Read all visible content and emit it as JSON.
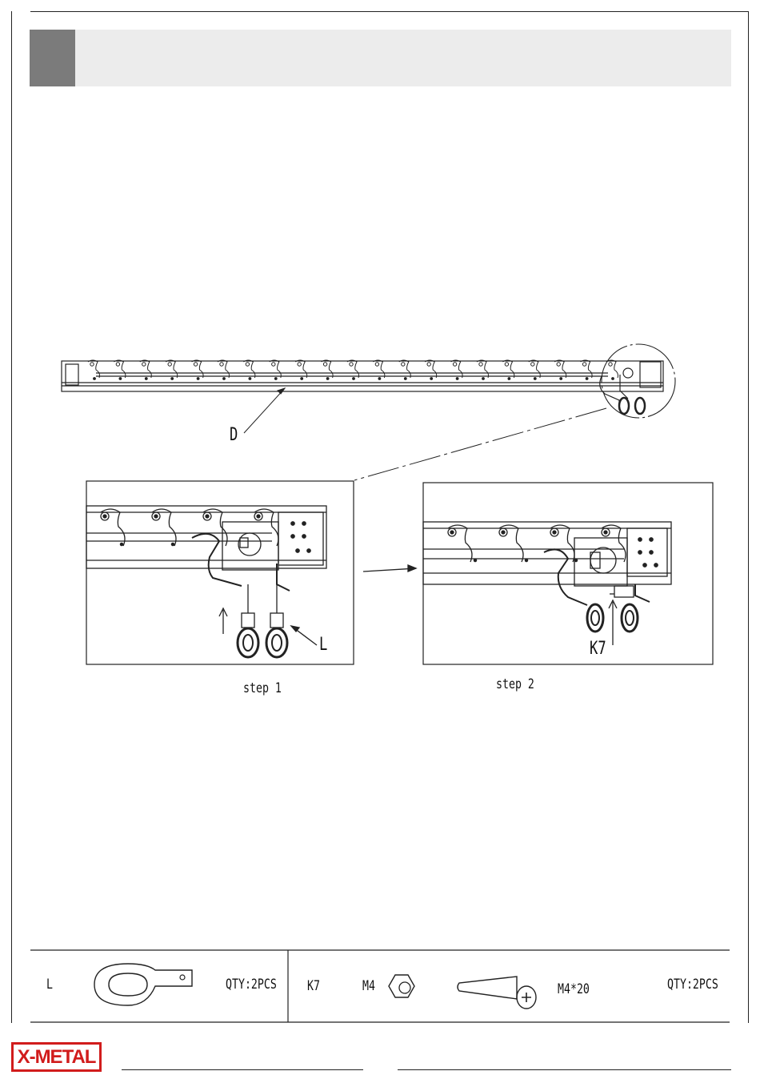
{
  "labels": {
    "d": "D",
    "l": "L",
    "k7": "K7"
  },
  "steps": {
    "step1": "step 1",
    "step2": "step 2"
  },
  "parts": {
    "left": {
      "id": "L",
      "qty": "QTY:2PCS"
    },
    "right": {
      "id": "K7",
      "nut": "M4",
      "screw": "M4*20",
      "qty": "QTY:2PCS"
    }
  },
  "logo": {
    "text": "X-METAL",
    "color": "#d11c1c"
  },
  "colors": {
    "header_band": "#ececec",
    "header_square": "#7b7b7b",
    "line": "#222222"
  }
}
